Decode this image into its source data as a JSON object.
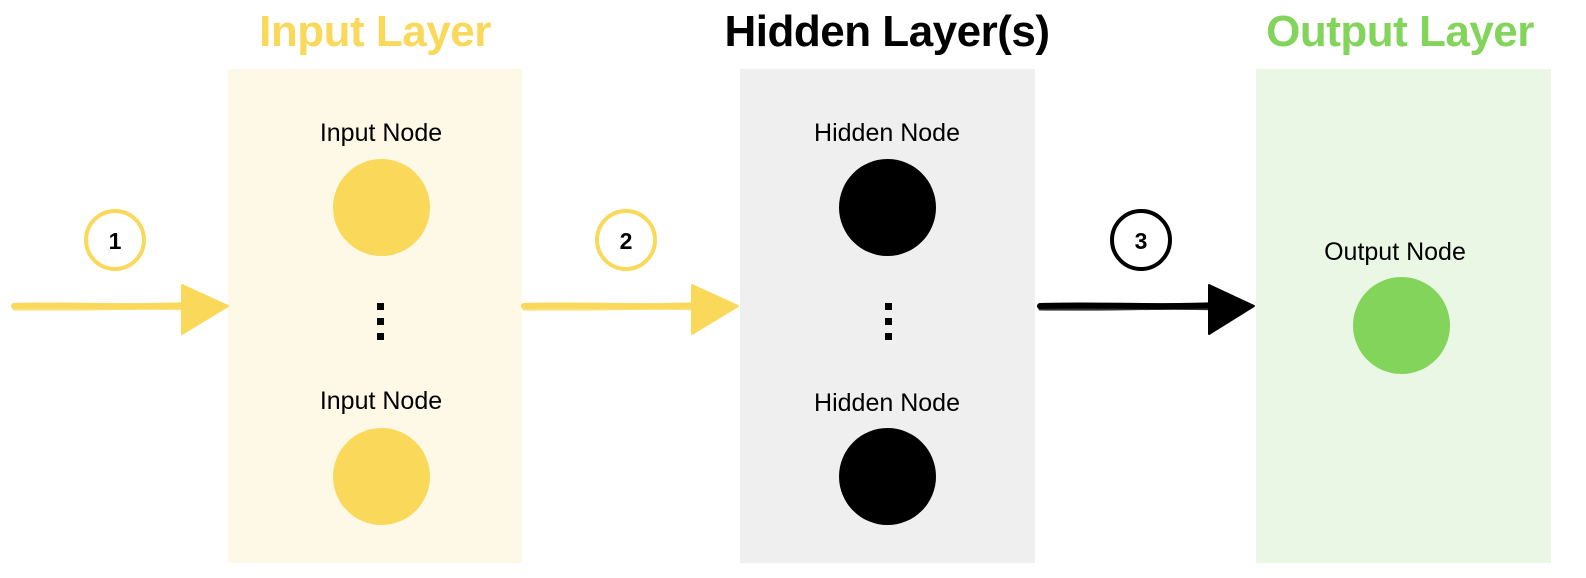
{
  "colors": {
    "input_accent": "#F9D85A",
    "input_panel": "#FEF9E6",
    "hidden_accent": "#000000",
    "hidden_panel": "#EFEFEF",
    "output_accent": "#82D45A",
    "output_panel": "#EBF7E5"
  },
  "layers": {
    "input": {
      "title": "Input Layer",
      "node_top_label": "Input Node",
      "node_bottom_label": "Input Node"
    },
    "hidden": {
      "title": "Hidden Layer(s)",
      "node_top_label": "Hidden Node",
      "node_bottom_label": "Hidden Node"
    },
    "output": {
      "title": "Output Layer",
      "node_label": "Output Node"
    }
  },
  "steps": [
    {
      "label": "1",
      "color": "#F9D85A"
    },
    {
      "label": "2",
      "color": "#F9D85A"
    },
    {
      "label": "3",
      "color": "#000000"
    }
  ]
}
